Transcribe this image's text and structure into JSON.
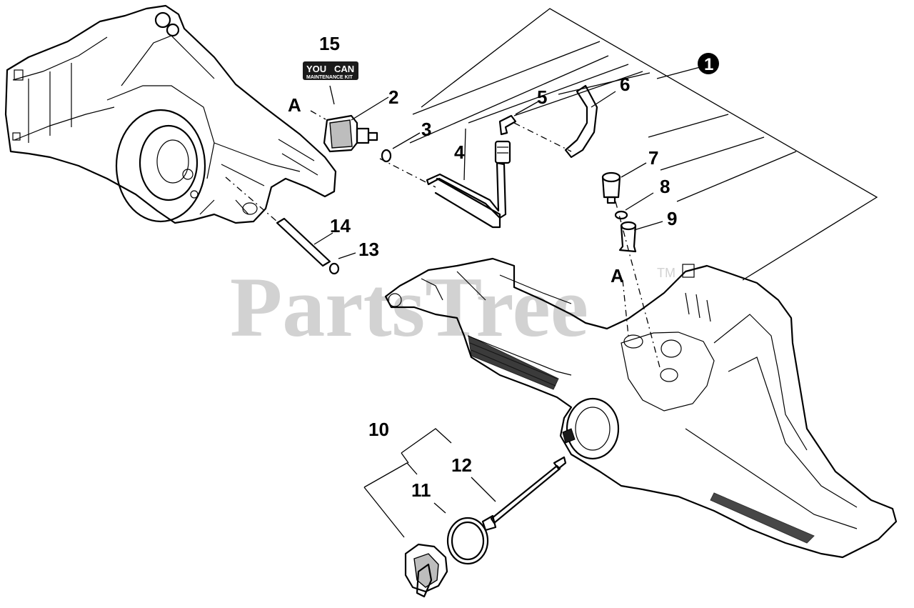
{
  "watermark": {
    "text": "PartsTree",
    "tm": "TM"
  },
  "badge": {
    "line1_a": "YOU",
    "line1_b": "CAN",
    "line2": "MAINTENANCE KIT"
  },
  "callouts": {
    "n1": "1",
    "n2": "2",
    "n3": "3",
    "n4": "4",
    "n5": "5",
    "n6": "6",
    "n7": "7",
    "n8": "8",
    "n9": "9",
    "n10": "10",
    "n11": "11",
    "n12": "12",
    "n13": "13",
    "n14": "14",
    "n15": "15"
  },
  "refs": {
    "a_top": "A",
    "a_mid": "A"
  }
}
